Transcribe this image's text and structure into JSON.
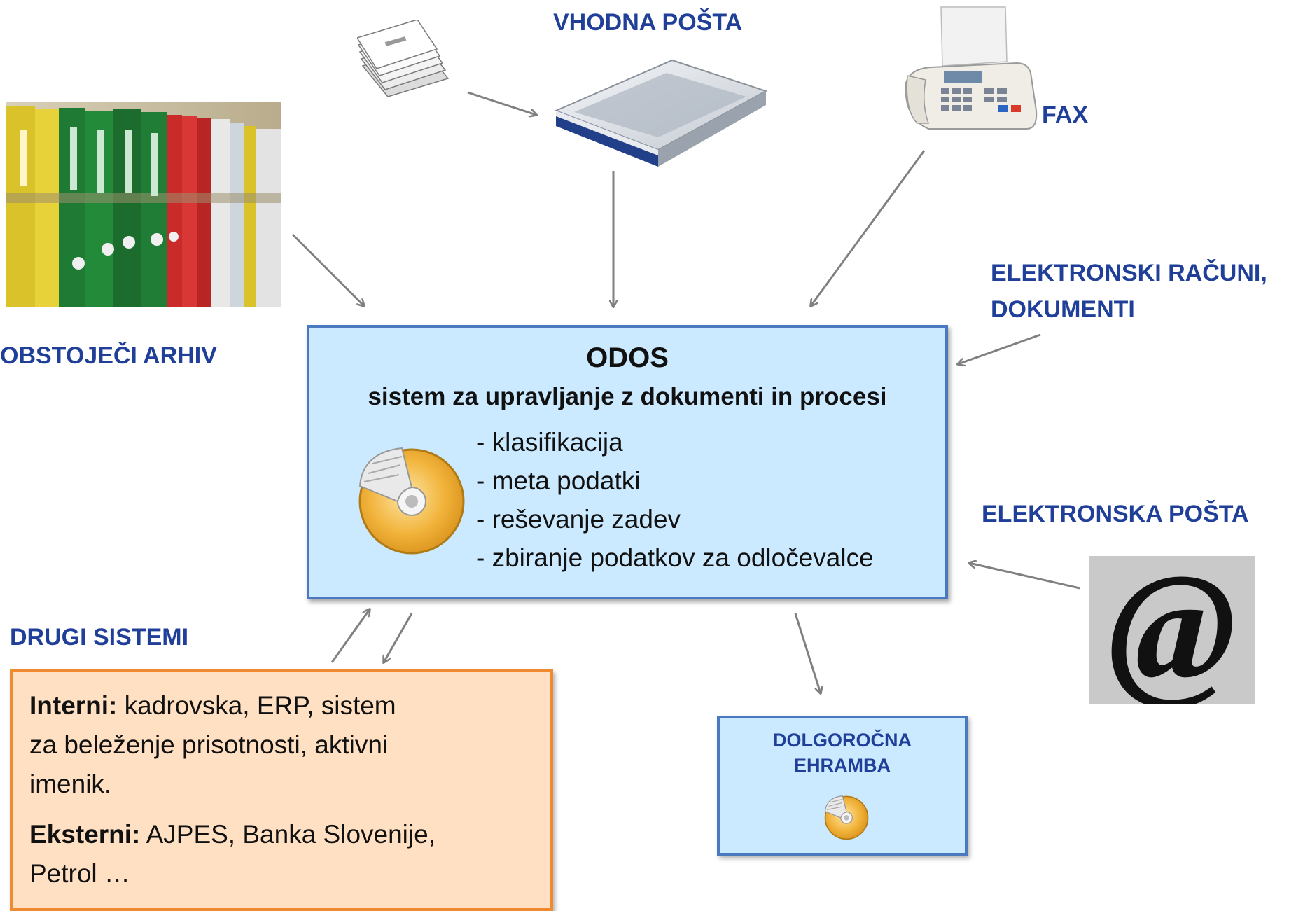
{
  "labels": {
    "vhodna_posta": "VHODNA POŠTA",
    "fax": "FAX",
    "obstojeci_arhiv": "OBSTOJEČI ARHIV",
    "elektronski_racuni_line1": "ELEKTRONSKI RAČUNI,",
    "elektronski_racuni_line2": "DOKUMENTI",
    "elektronska_posta": "ELEKTRONSKA POŠTA",
    "drugi_sistemi": "DRUGI SISTEMI"
  },
  "odos": {
    "title": "ODOS",
    "subtitle": "sistem za upravljanje z dokumenti in procesi",
    "items": [
      "- klasifikacija",
      "- meta podatki",
      "- reševanje zadev",
      "- zbiranje podatkov za odločevalce"
    ]
  },
  "drugi": {
    "interni_label": "Interni:",
    "interni_line1": " kadrovska, ERP, sistem",
    "interni_line2": "za beleženje prisotnosti, aktivni",
    "interni_line3": "imenik.",
    "eksterni_label": "Eksterni:",
    "eksterni_line1": " AJPES, Banka Slovenije,",
    "eksterni_line2": "Petrol …"
  },
  "dolgorocna": {
    "line1": "DOLGOROČNA",
    "line2": "EHRAMBA"
  },
  "icons": {
    "binders": "binder-shelf-icon",
    "mail": "mail-stack-icon",
    "scanner": "scanner-icon",
    "fax": "fax-machine-icon",
    "at": "at-sign-icon",
    "disc": "document-disc-icon"
  },
  "colors": {
    "label_blue": "#1f3f99",
    "box_fill": "#cceaff",
    "box_border": "#4a79c0",
    "drugi_fill": "#ffe0c2",
    "drugi_border": "#f08a30",
    "arrow": "#808080"
  }
}
